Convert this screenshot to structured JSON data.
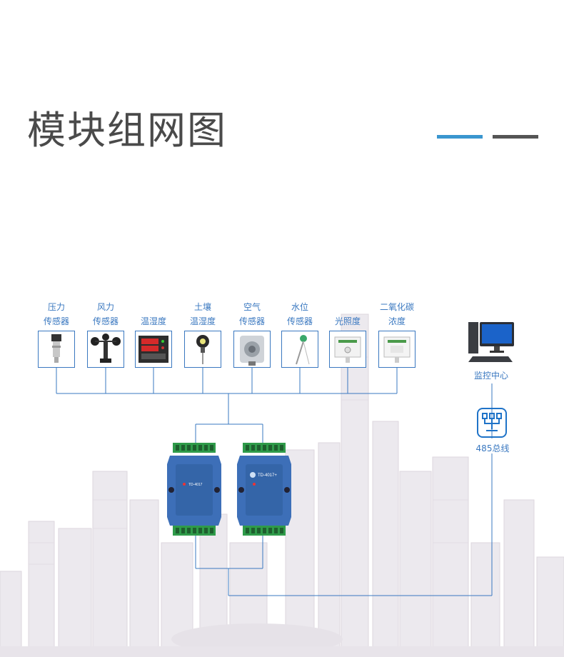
{
  "title": "模块组网图",
  "sensors": [
    {
      "line1": "压力",
      "line2": "传感器",
      "icon": "pressure-sensor-icon"
    },
    {
      "line1": "风力",
      "line2": "传感器",
      "icon": "anemometer-icon"
    },
    {
      "line1": "",
      "line2": "温湿度",
      "icon": "temperature-humidity-meter-icon"
    },
    {
      "line1": "土壤",
      "line2": "温湿度",
      "icon": "soil-probe-icon"
    },
    {
      "line1": "空气",
      "line2": "传感器",
      "icon": "air-sensor-icon"
    },
    {
      "line1": "水位",
      "line2": "传感器",
      "icon": "water-level-probe-icon"
    },
    {
      "line1": "",
      "line2": "光照度",
      "icon": "light-sensor-icon"
    },
    {
      "line1": "二氧化碳",
      "line2": "浓度",
      "icon": "co2-sensor-icon"
    }
  ],
  "monitor_center": {
    "label": "监控中心",
    "icon": "desktop-computer-icon"
  },
  "bus": {
    "label": "485总线",
    "icon": "rs485-bus-icon"
  },
  "modules": [
    {
      "model": "TD-4017",
      "icon": "acquisition-module-icon"
    },
    {
      "model": "TD-4017+",
      "icon": "acquisition-module-icon"
    }
  ],
  "colors": {
    "accent_blue": "#3a96cf",
    "label_blue": "#3a78c0",
    "module_blue": "#3d6fb8",
    "terminal_green": "#2f9b4a",
    "wire": "#3a78c0"
  }
}
